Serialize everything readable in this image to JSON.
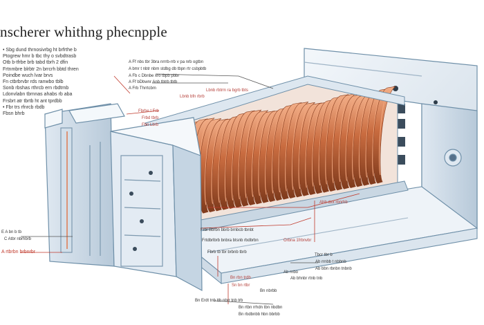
{
  "title": "nscherer whithng phecnpple",
  "left_notes": [
    "• Sbg dund thrnosivrbg  ht brfrthe b",
    "Ptogrew hmr b tbc thy o svbdtrasb",
    "Otb b-tfrbe brb tabd tbrh 2 dfin",
    "Frtnmbre  blrbtr  2n  brrcrh  bbtd  thren",
    "Poindbe   wuch lvar brvs",
    "Fn ctbrbrvbr rds ranwbo tblb",
    "Sonb rbshas  rthrcb  ern rbdtrnb",
    "Ldonvlabn  tbrnnas ahabs rb aba",
    "Frsbrt  atr  tbrtb ht ant  tprdbb",
    "• Fbr trs  rfnrcb  rbdb",
    "Fbsn bhrb"
  ],
  "top_labels": [
    "A  Ff nbs  tbr 3bra nrrrb-rrb  v pa nrb  ogtbn",
    "A  bmr  t nbtr  nbm stdbg  db tbpn rtr  csbpbtb",
    "A  Fb c  Dbnbe  xro tbpb pbbr",
    "A  Ff  bDbwnr  Anb  tbtrb  tbtb",
    "A  Frb  Thrrtcbm"
  ],
  "coil_labels": [
    "Lbnb  rbtrm ra bgrb tbts",
    "Lbnb bfn  rbrb"
  ],
  "mid_labels": [
    "Fbrbe t  Frb",
    "Frbd  tbrb",
    "Fbn  Lbrb"
  ],
  "right_labels": [
    "Ahb dxx rbnrhb",
    "Orbna 1frbnvbr"
  ],
  "lower_labels": [
    "Frbl Bbrbn  bbrb brnbcb  tbnbt",
    "Frtdbrlbrb bnbra  btsnb  rbdbrbn",
    "Fbrb  tb  tbr  brbnb  tbrb",
    "Tbcr  tbr b"
  ],
  "left_lower_labels": [
    "E  A  bn b tb",
    "C  Atbr nbrhbrb",
    "A  rtbrbn  brbnrbr"
  ],
  "bottom_labels": [
    "Ab rnbo",
    "Bn rbn trdb",
    "Bn  Erdt  tnb  ttb  nbrr  tnb  trb",
    "Bn  rtbn  rrhdn  tbn  nbdbn",
    "Bn  rbdbnbb  hbn  bbrbb",
    "Sn  bn  rtbr",
    "Bn  nbrbb",
    "Ab  rrnbb  t  nbbnb",
    "Ab  bbn  rbnbn  tnbnb",
    "Ab  bhnbr  rtnb  tnb"
  ],
  "colors": {
    "frame": "#6e8fa8",
    "frame_fill": "#e6eef5",
    "coil": "#c76a3f",
    "coil_dark": "#8a3e1f",
    "coil_light": "#f0a57c",
    "annotation_red": "#c0392b"
  }
}
